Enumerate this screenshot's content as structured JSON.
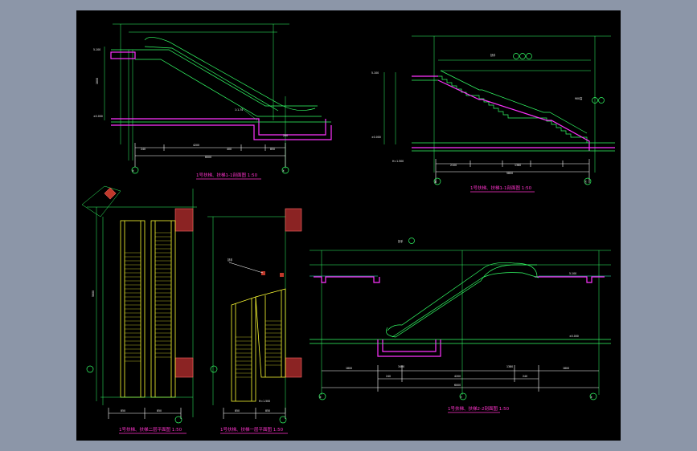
{
  "colors": {
    "frame_background": "#8c96a8",
    "canvas": "#000000",
    "line_primary": "#33ff66",
    "slab_outline": "#ff33ff",
    "escalator_plan": "#ffff33",
    "title_text": "#ff33cc",
    "dimension_text": "#ffffff",
    "hatch_fill": "#c0392b"
  },
  "sheet": {
    "titles": {
      "section_top_left": "1号扶梯、扶梯1-1剖面图 1:50",
      "section_top_right": "1号扶梯、扶梯1-1剖面图 1:50",
      "plan_left": "1号扶梯、扶梯二层平面图 1:50",
      "plan_mid": "1号扶梯、扶梯一层平面图 1:50",
      "section_bottom": "1号扶梯、扶梯2-2剖面图 1:50"
    },
    "axis_tags": {
      "a": "⑥",
      "b": "⑧",
      "c": "⑦",
      "d": "Ⓕ",
      "e": "Ⓔ"
    },
    "dimensions": {
      "d1": "1800",
      "d2": "400",
      "d3": "4200",
      "d4": "6000",
      "d5": "200",
      "d6": "3400",
      "d7": "1380",
      "d8": "850",
      "d9": "2100",
      "d10": "5800",
      "d11": "240",
      "d12": "H=1.500"
    },
    "notes": {
      "n1": "扶手",
      "n2": "900高",
      "n3": "1:1.74",
      "n4": "±0.000",
      "n5": "5.100"
    }
  }
}
